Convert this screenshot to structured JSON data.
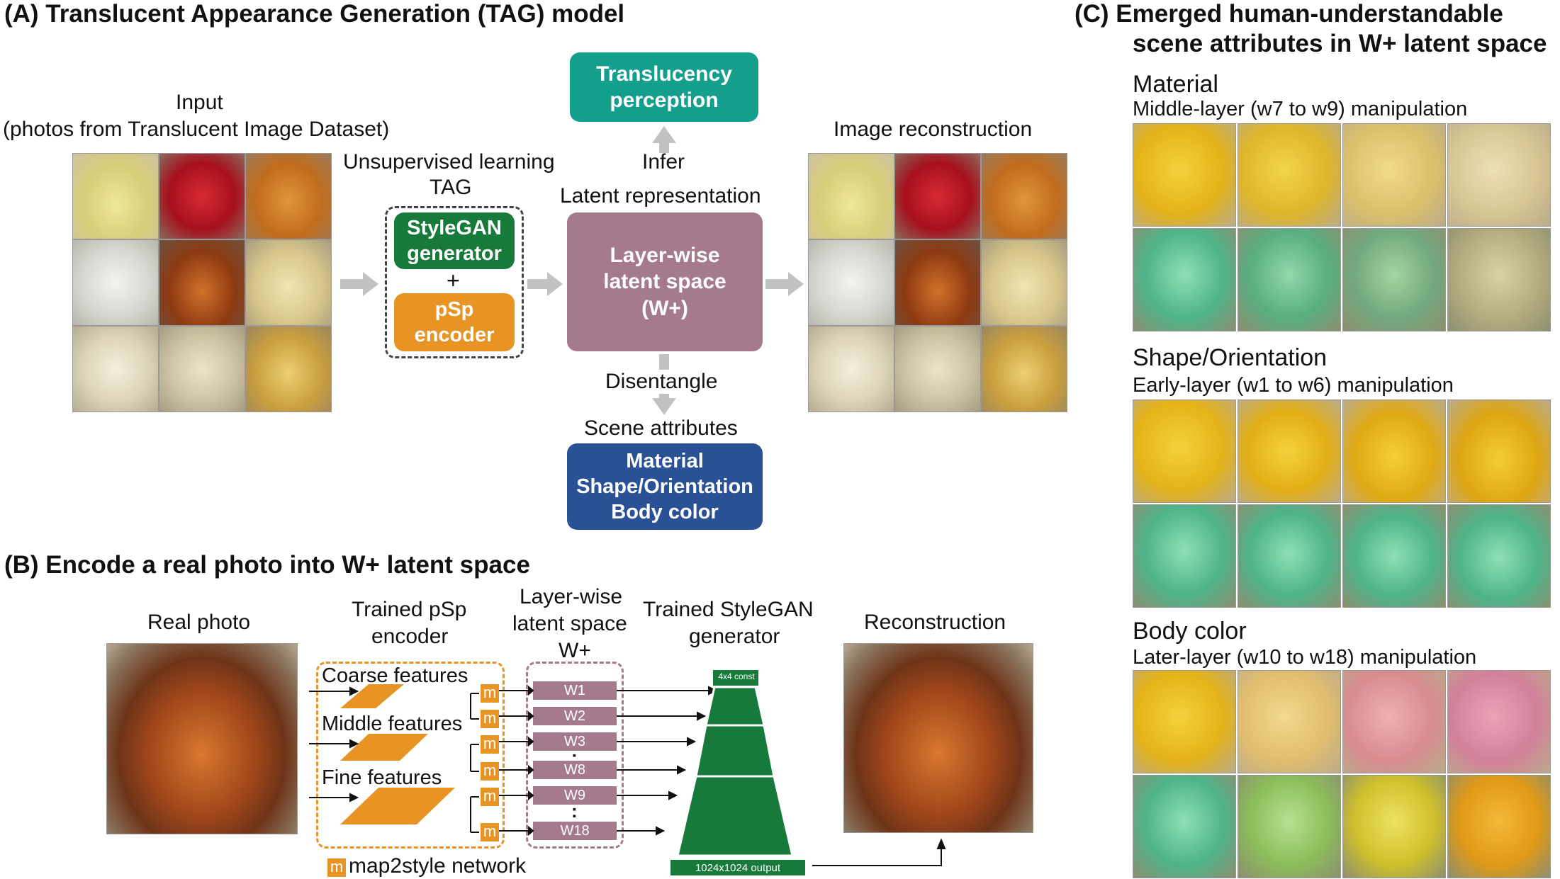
{
  "panelA": {
    "title": "(A)  Translucent Appearance Generation (TAG) model",
    "input_label_1": "Input",
    "input_label_2": "(photos from Translucent Image Dataset)",
    "unsupervised_1": "Unsupervised learning",
    "unsupervised_2": "TAG",
    "stylegan": "StyleGAN generator",
    "plus": "+",
    "psp": "pSp encoder",
    "latent_rep": "Latent representation",
    "latent_box_1": "Layer-wise",
    "latent_box_2": "latent space",
    "latent_box_3": "(W+)",
    "infer": "Infer",
    "translucency_1": "Translucency",
    "translucency_2": "perception",
    "disentangle": "Disentangle",
    "scene_attributes": "Scene attributes",
    "attr_1": "Material",
    "attr_2": "Shape/Orientation",
    "attr_3": "Body color",
    "reconstruction": "Image reconstruction"
  },
  "panelB": {
    "title": "(B)  Encode a real photo into W+ latent space",
    "real_photo": "Real photo",
    "psp_1": "Trained pSp",
    "psp_2": "encoder",
    "latent_1": "Layer-wise",
    "latent_2": "latent space",
    "latent_3": "W+",
    "stylegan_1": "Trained StyleGAN",
    "stylegan_2": "generator",
    "reconstruction": "Reconstruction",
    "coarse": "Coarse features",
    "middle": "Middle features",
    "fine": "Fine features",
    "m": "m",
    "map2style": "map2style network",
    "w1": "W1",
    "w2": "W2",
    "w3": "W3",
    "w8": "W8",
    "w9": "W9",
    "w18": "W18",
    "dots": ":",
    "const": "4x4 const",
    "output": "1024x1024 output"
  },
  "panelC": {
    "title_1": "(C)   Emerged human-understandable",
    "title_2": "scene attributes in W+ latent space",
    "material": "Material",
    "material_sub": "Middle-layer (w7 to w9) manipulation",
    "shape": "Shape/Orientation",
    "shape_sub": "Early-layer (w1 to w6) manipulation",
    "body": "Body color",
    "body_sub": "Later-layer (w10  to w18) manipulation"
  },
  "colors": {
    "teal": "#149e8c",
    "green": "#177a3a",
    "orange": "#e89425",
    "mauve": "#a47a8c",
    "blue": "#2a5195",
    "arrow": "#c2c2c2"
  }
}
